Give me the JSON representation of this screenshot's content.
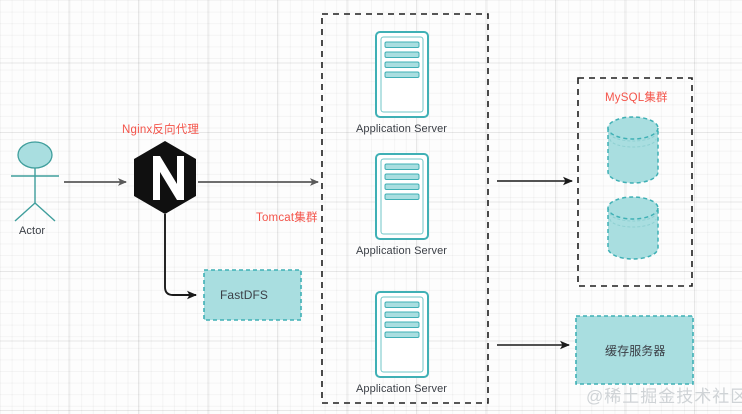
{
  "diagram": {
    "title": "Web Application Architecture Diagram",
    "background": {
      "grid": "on",
      "grid_minor_color": "#f2f2f2",
      "grid_major_color": "#e6e6e6",
      "page_color": "#fdfdfd"
    },
    "palette": {
      "teal_fill": "#a9dee0",
      "teal_stroke": "#3fb0b5",
      "teal_line": "#4aa8a5",
      "red_label": "#f4544a",
      "arrow_gray": "#5a5a5a",
      "arrow_dark": "#1a1a1a",
      "dashed_black": "#1f1f1f",
      "text_dark": "#3b3f46",
      "watermark_gray": "#cfd3d6",
      "nginx_black": "#101010"
    },
    "actor": {
      "label": "Actor",
      "icon": "stick-figure-actor"
    },
    "nginx": {
      "label": "Nginx反向代理",
      "glyph": "N",
      "icon": "nginx-hexagon-logo"
    },
    "fastdfs": {
      "label": "FastDFS"
    },
    "tomcat_cluster": {
      "label": "Tomcat集群",
      "servers": [
        {
          "label": "Application Server"
        },
        {
          "label": "Application Server"
        },
        {
          "label": "Application Server"
        }
      ]
    },
    "mysql_cluster": {
      "label": "MySQL集群",
      "nodes": [
        {
          "icon": "database-cylinder"
        },
        {
          "icon": "database-cylinder"
        }
      ]
    },
    "cache_server": {
      "label": "缓存服务器"
    },
    "watermark": {
      "text": "@稀土掘金技术社区"
    },
    "connections": [
      {
        "name": "actor-to-nginx",
        "from": "Actor",
        "to": "Nginx反向代理"
      },
      {
        "name": "nginx-to-tomcat-cluster",
        "from": "Nginx反向代理",
        "to": "Tomcat集群"
      },
      {
        "name": "nginx-to-fastdfs",
        "from": "Nginx反向代理",
        "to": "FastDFS"
      },
      {
        "name": "tomcat-to-mysql",
        "from": "Tomcat集群",
        "to": "MySQL集群"
      },
      {
        "name": "tomcat-to-cache",
        "from": "Tomcat集群",
        "to": "缓存服务器"
      }
    ]
  }
}
